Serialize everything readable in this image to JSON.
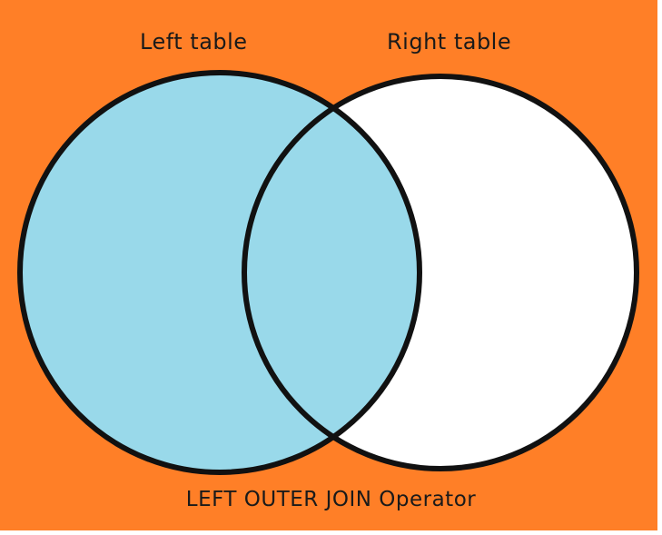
{
  "diagram": {
    "left_label": "Left table",
    "right_label": "Right table",
    "caption": "LEFT OUTER JOIN Operator"
  },
  "colors": {
    "background": "#ff7f27",
    "left_fill": "#99d9ea",
    "right_fill": "#ffffff",
    "outline": "#111111"
  }
}
